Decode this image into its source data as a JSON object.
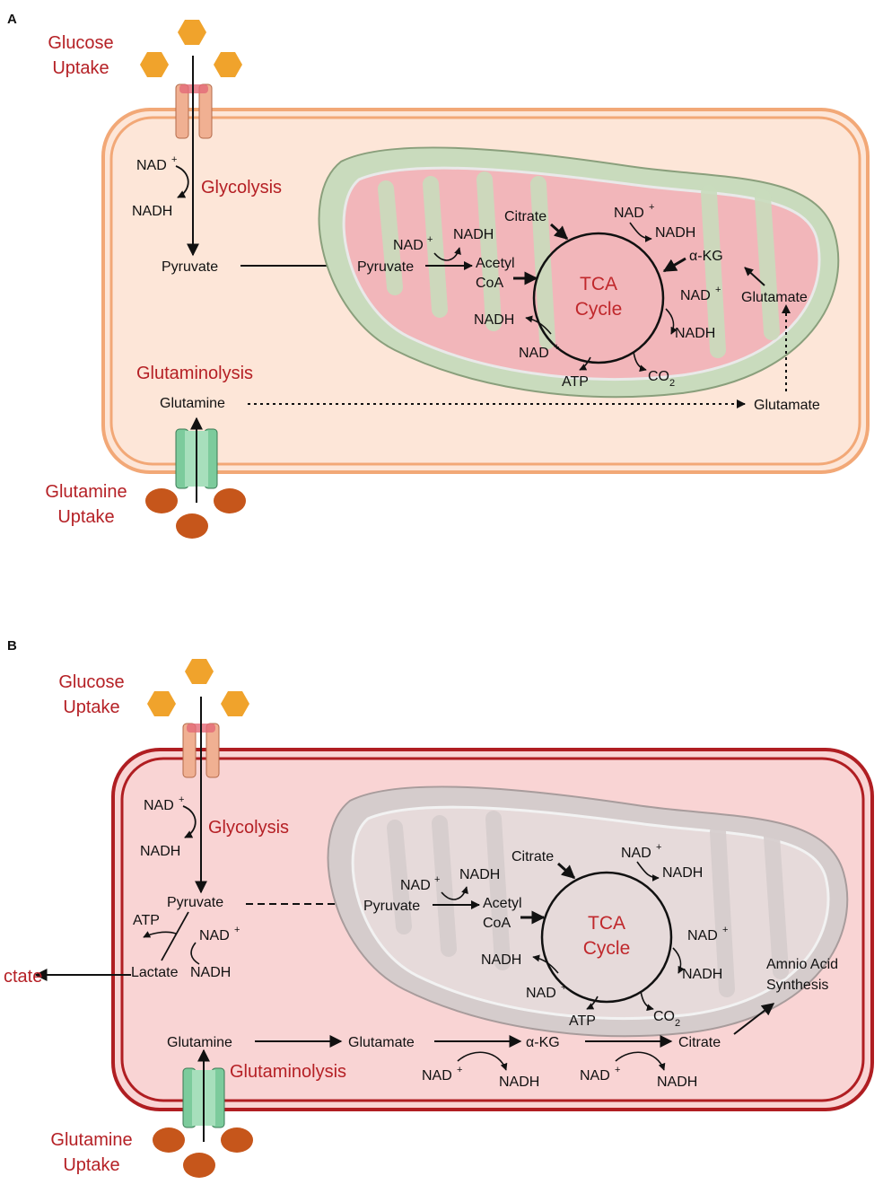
{
  "colors": {
    "cell_a_fill": "#fde6d8",
    "cell_a_border": "#f2a877",
    "cell_b_fill": "#f9d4d4",
    "cell_b_border": "#b01e22",
    "mito_a_outer": "#c9dbbd",
    "mito_a_inner": "#f2b6ba",
    "mito_b_outer": "#d5cccc",
    "mito_b_inner": "#e6dada",
    "glucose": "#f0a32c",
    "glutamine": "#c6561b",
    "glut_transporter": "#f0b092",
    "gln_transporter": "#7ccb9c",
    "label_red": "#b52025"
  },
  "panel_a": {
    "letter": "A",
    "glucose_uptake": [
      "Glucose",
      "Uptake"
    ],
    "glutamine_uptake": [
      "Glutamine",
      "Uptake"
    ],
    "glycolysis": "Glycolysis",
    "glutaminolysis": "Glutaminolysis",
    "nad": "NAD",
    "nadh": "NADH",
    "plus": "+",
    "pyruvate": "Pyruvate",
    "mito_pyruvate": "Pyruvate",
    "acetyl": "Acetyl",
    "coa": "CoA",
    "citrate": "Citrate",
    "akg": "α-KG",
    "glutamate_mito": "Glutamate",
    "glutamate_cyto": "Glutamate",
    "glutamine": "Glutamine",
    "tca": [
      "TCA",
      "Cycle"
    ],
    "atp": "ATP",
    "co": "CO",
    "two": "2"
  },
  "panel_b": {
    "letter": "B",
    "glucose_uptake": [
      "Glucose",
      "Uptake"
    ],
    "glutamine_uptake": [
      "Glutamine",
      "Uptake"
    ],
    "glycolysis": "Glycolysis",
    "glutaminolysis": "Glutaminolysis",
    "nad": "NAD",
    "nadh": "NADH",
    "plus": "+",
    "pyruvate": "Pyruvate",
    "mito_pyruvate": "Pyruvate",
    "atp": "ATP",
    "lactate": "Lactate",
    "lactate_out": "ctate",
    "acetyl": "Acetyl",
    "coa": "CoA",
    "citrate": "Citrate",
    "tca": [
      "TCA",
      "Cycle"
    ],
    "co": "CO",
    "two": "2",
    "glutamine": "Glutamine",
    "glutamate": "Glutamate",
    "akg": "α-KG",
    "citrate_cyto": "Citrate",
    "amino": [
      "Amnio Acid",
      "Synthesis"
    ]
  }
}
